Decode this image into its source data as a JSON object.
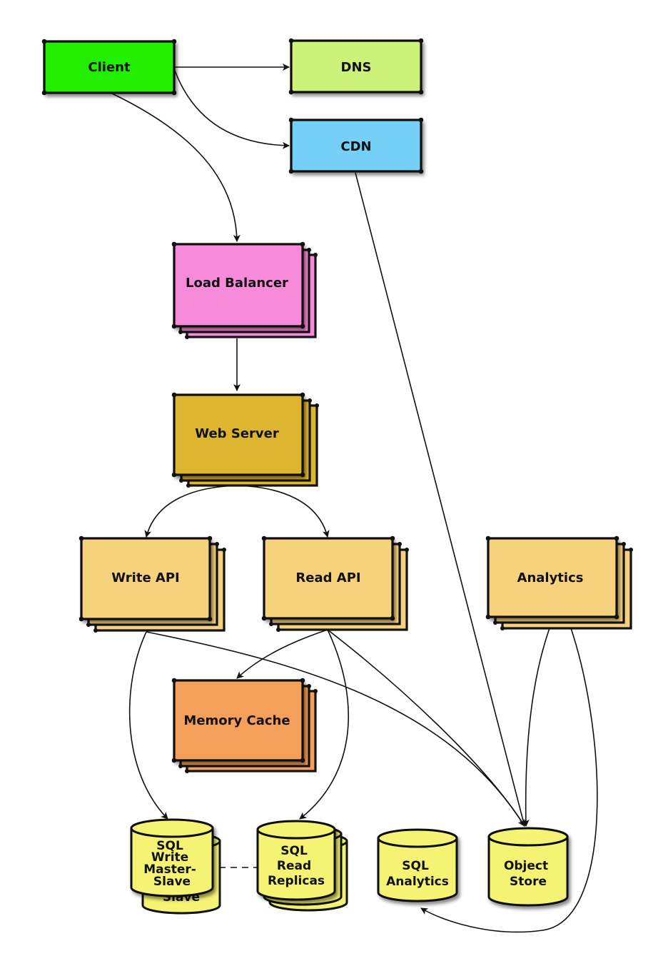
{
  "colors": {
    "client": "#22ee00",
    "dns": "#ccf27a",
    "cdn": "#74d0f7",
    "load_balancer": "#f78ad9",
    "web_server": "#ddb52f",
    "api": "#f7d27d",
    "memory_cache": "#f5a05a",
    "database": "#f4f373"
  },
  "nodes": {
    "client": {
      "label": "Client"
    },
    "dns": {
      "label": "DNS"
    },
    "cdn": {
      "label": "CDN"
    },
    "load_balancer": {
      "label": "Load Balancer"
    },
    "web_server": {
      "label": "Web Server"
    },
    "write_api": {
      "label": "Write API"
    },
    "read_api": {
      "label": "Read API"
    },
    "analytics": {
      "label": "Analytics"
    },
    "memory_cache": {
      "label": "Memory Cache"
    },
    "sql_write": {
      "lines": [
        "SQL",
        "Write",
        "Master-",
        "Slave"
      ],
      "back_label": "Slave"
    },
    "sql_read": {
      "lines": [
        "SQL",
        "Read",
        "Replicas"
      ]
    },
    "sql_analytics": {
      "lines": [
        "SQL",
        "Analytics"
      ]
    },
    "object_store": {
      "lines": [
        "Object",
        "Store"
      ]
    }
  },
  "edges": [
    {
      "from": "client",
      "to": "dns"
    },
    {
      "from": "client",
      "to": "cdn"
    },
    {
      "from": "client",
      "to": "load_balancer"
    },
    {
      "from": "cdn",
      "to": "object_store"
    },
    {
      "from": "load_balancer",
      "to": "web_server"
    },
    {
      "from": "web_server",
      "to": "write_api"
    },
    {
      "from": "web_server",
      "to": "read_api"
    },
    {
      "from": "write_api",
      "to": "sql_write"
    },
    {
      "from": "write_api",
      "to": "object_store"
    },
    {
      "from": "read_api",
      "to": "memory_cache"
    },
    {
      "from": "read_api",
      "to": "sql_read"
    },
    {
      "from": "read_api",
      "to": "object_store"
    },
    {
      "from": "analytics",
      "to": "object_store"
    },
    {
      "from": "analytics",
      "to": "sql_analytics"
    },
    {
      "from": "sql_write",
      "to": "sql_read",
      "style": "dashed"
    }
  ]
}
